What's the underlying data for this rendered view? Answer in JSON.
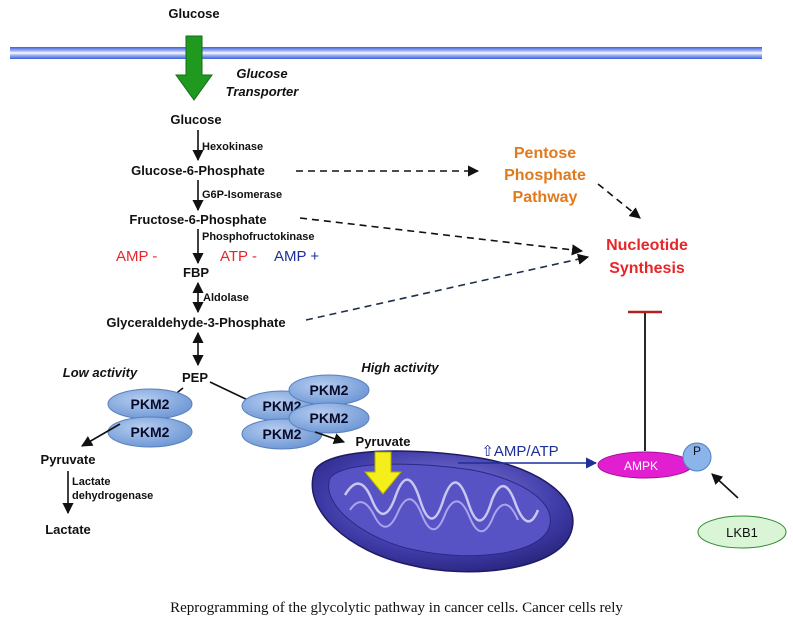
{
  "diagram": {
    "glucose_outside": "Glucose",
    "transporter_line1": "Glucose",
    "transporter_line2": "Transporter",
    "glucose_inside": "Glucose",
    "hexokinase": "Hexokinase",
    "g6p": "Glucose-6-Phosphate",
    "g6p_isomerase": "G6P-Isomerase",
    "f6p": "Fructose-6-Phosphate",
    "pfk": "Phosphofructokinase",
    "amp_minus": "AMP -",
    "atp_minus": "ATP -",
    "amp_plus": "AMP +",
    "fbp": "FBP",
    "aldolase": "Aldolase",
    "g3p": "Glyceraldehyde-3-Phosphate",
    "pep": "PEP",
    "low_activity": "Low activity",
    "high_activity": "High activity",
    "pkm2": "PKM2",
    "pyruvate_left": "Pyruvate",
    "ldh_line1": "Lactate",
    "ldh_line2": "dehydrogenase",
    "lactate": "Lactate",
    "pyruvate_right": "Pyruvate",
    "ppp_line1": "Pentose",
    "ppp_line2": "Phosphate",
    "ppp_line3": "Pathway",
    "nuc_line1": "Nucleotide",
    "nuc_line2": "Synthesis",
    "amp_atp": "⇧AMP/ATP",
    "ampk": "AMPK",
    "p": "P",
    "lkb1": "LKB1"
  },
  "caption": "Reprogramming of the glycolytic pathway in cancer cells. Cancer cells rely",
  "colors": {
    "membrane": "#4a6de6",
    "transporter_arrow": "#1f9a1f",
    "red_label": "#e8262a",
    "blue_label": "#1c2f9a",
    "ppp": "#e07a1c",
    "pkm2_fill": "#7ea6dc",
    "ampk_fill": "#e21fd0",
    "p_fill": "#8ab4ea",
    "lkb1_fill": "#d9f5d6",
    "mito_arrow": "#f4ee1a"
  }
}
